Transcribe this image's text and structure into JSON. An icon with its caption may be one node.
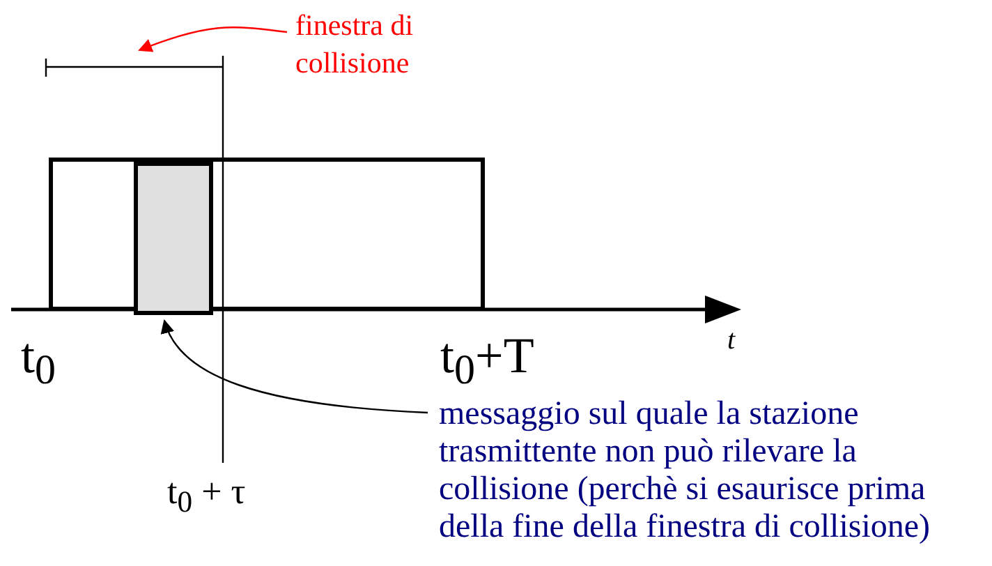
{
  "diagram": {
    "nodes": [
      {
        "text": [
          "finestra di collisione"
        ]
      },
      {
        "text": [],
        "shape": "box"
      },
      {
        "text": [],
        "shape": "box",
        "in": 1
      },
      {
        "text": [
          "messaggio sul quale la stazione trasmittente non può rilevare la collisione (perchè si esaurisce prima della fine della finestra di collisione)"
        ]
      }
    ],
    "edges": [
      {
        "from": 0,
        "to": null,
        "arrow": "to",
        "color": "#ff0000"
      },
      {
        "from": 3,
        "to": 2,
        "arrow": "to",
        "color": "#000000"
      }
    ],
    "labels": [
      "t",
      "t$_{0}$",
      "t$_{0}$+T",
      "t$_{0}$ + τ"
    ]
  }
}
